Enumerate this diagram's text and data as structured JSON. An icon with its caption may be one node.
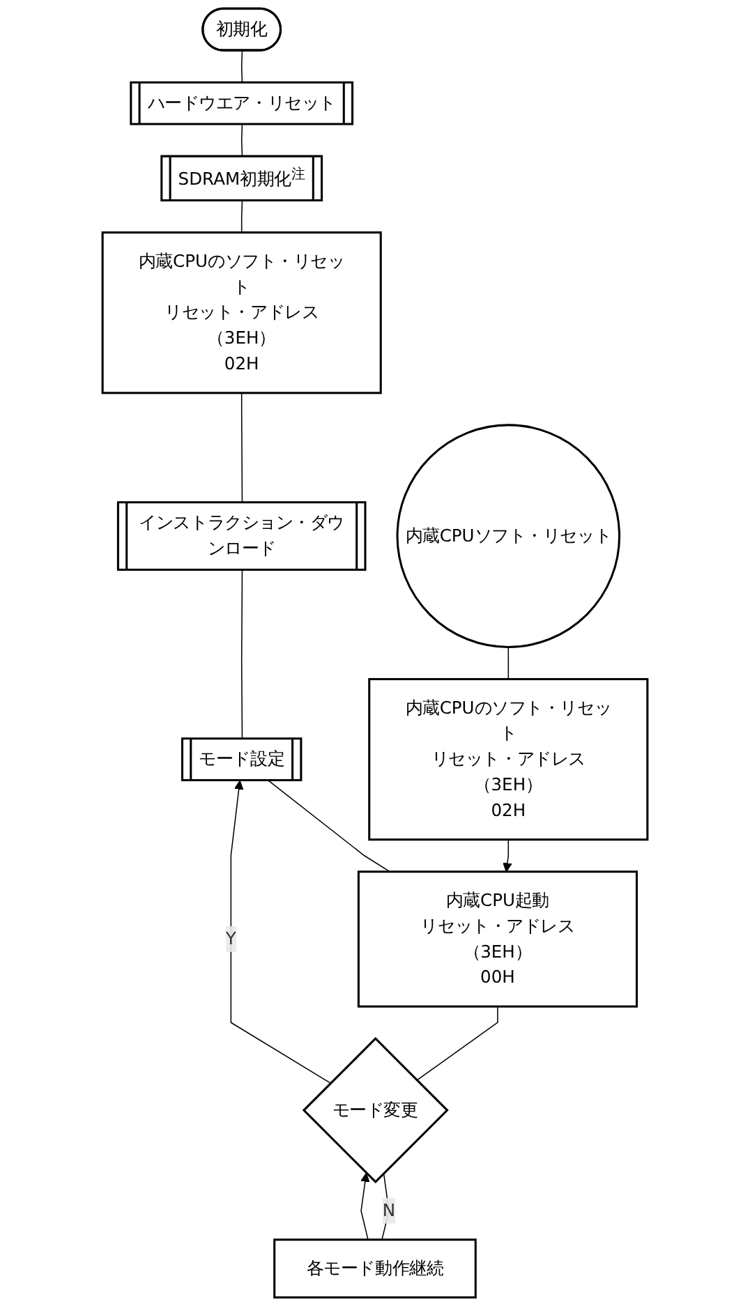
{
  "diagram": {
    "nodes": [
      {
        "text": [
          "初期化"
        ]
      },
      {
        "text": [
          "ハードウエア・リセット"
        ]
      },
      {
        "text": [
          "SDRAM初期化$^{注}$"
        ]
      },
      {
        "text": [
          "内蔵CPUのソフト・リセット",
          "リセット・アドレス（3EH）",
          "02H"
        ]
      },
      {
        "text": [
          "インストラクション・ダウンロード"
        ]
      },
      {
        "text": [
          "モード設定"
        ]
      },
      {
        "text": [
          "内蔵CPUソフト・リセット"
        ]
      },
      {
        "text": [
          "内蔵CPUのソフト・リセット",
          "リセット・アドレス（3EH）",
          "02H"
        ]
      },
      {
        "text": [
          "内蔵CPU起動",
          "リセット・アドレス（3EH）",
          "00H"
        ]
      },
      {
        "text": [
          "モード変更"
        ]
      },
      {
        "text": [
          "各モード動作継続"
        ]
      }
    ],
    "edges": [
      {
        "from": 0,
        "to": 1,
        "arrow": "none"
      },
      {
        "from": 1,
        "to": 2,
        "arrow": "none"
      },
      {
        "from": 2,
        "to": 3,
        "arrow": "none"
      },
      {
        "from": 3,
        "to": 4,
        "arrow": "none"
      },
      {
        "from": 4,
        "to": 5,
        "arrow": "none"
      },
      {
        "from": 6,
        "to": 7,
        "arrow": "none"
      },
      {
        "from": 5,
        "to": 8,
        "arrow": "none"
      },
      {
        "from": 7,
        "to": 8,
        "arrow": "to"
      },
      {
        "from": 8,
        "to": 9,
        "arrow": "none"
      },
      {
        "from": 9,
        "to": 5,
        "arrow": "to",
        "label": "Y"
      },
      {
        "from": 9,
        "to": 10,
        "arrow": "none",
        "label": "N"
      },
      {
        "from": 10,
        "to": 9,
        "arrow": "to"
      }
    ]
  }
}
